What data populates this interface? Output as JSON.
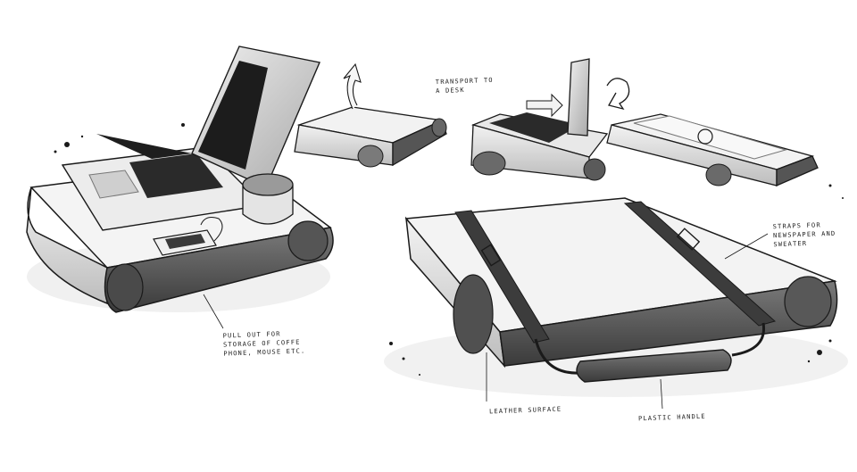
{
  "annotations": {
    "transport": [
      "Transport to",
      "a desk"
    ],
    "pull_out": [
      "pull out for",
      "storage of coffe",
      "phone, mouse etc."
    ],
    "straps": [
      "straps for",
      "newspaper and",
      "sweater"
    ],
    "leather": "leather surface",
    "handle": "plastic handle"
  },
  "colors": {
    "ink": "#1a1a1a",
    "dark_grey": "#4a4a4a",
    "mid_grey": "#8a8a8a",
    "light_grey": "#d2d2d2",
    "paper": "#ffffff"
  }
}
